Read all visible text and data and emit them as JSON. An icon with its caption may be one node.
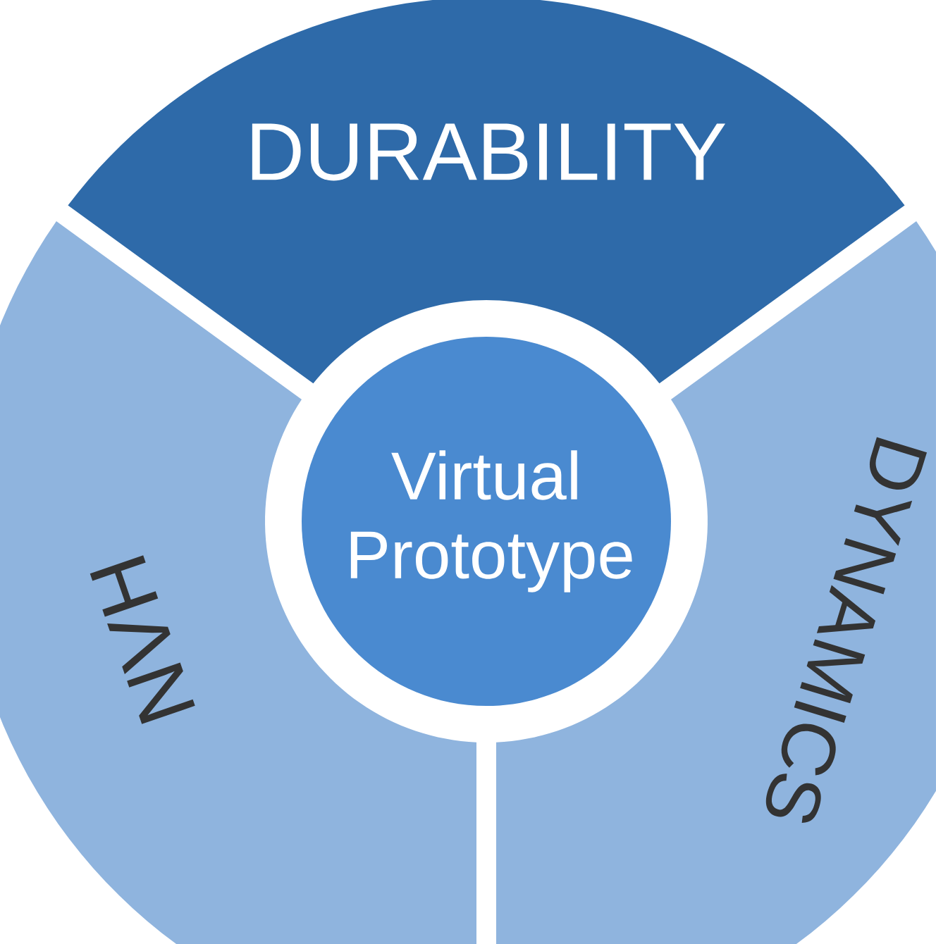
{
  "diagram": {
    "nodes": [
      {
        "text": [
          "DURABILITY"
        ]
      },
      {
        "text": [
          "Virtual Prototype"
        ]
      },
      {
        "text": [
          "NVH"
        ]
      },
      {
        "text": [
          "DYNAMICS"
        ]
      }
    ]
  }
}
